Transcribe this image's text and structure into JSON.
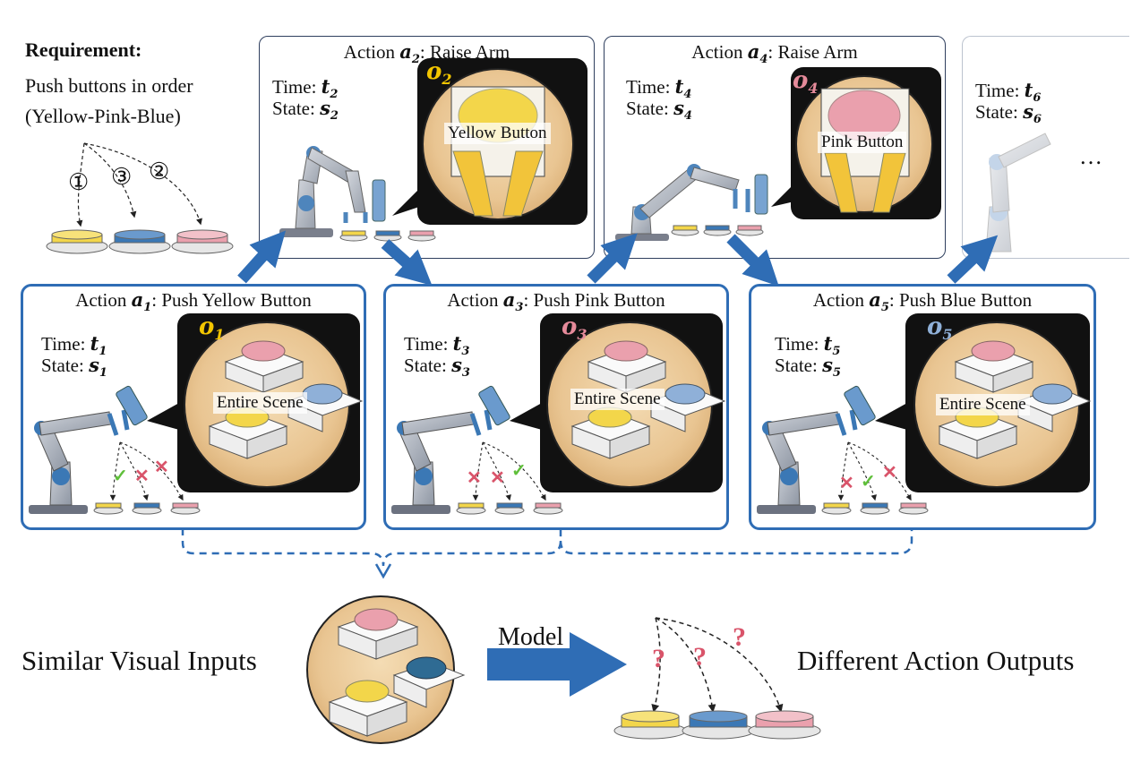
{
  "requirement": {
    "title": "Requirement",
    "title_colon": ":",
    "line1": "Push buttons in order",
    "line2": "(Yellow-Pink-Blue)",
    "order_marks": [
      "①",
      "③",
      "②"
    ]
  },
  "top_cards": [
    {
      "action_prefix": "Action ",
      "action_var": "a",
      "action_sub": "2",
      "action_text": ": Raise Arm",
      "time_label": "Time: ",
      "time_var": "t",
      "time_sub": "2",
      "state_label": "State: ",
      "state_var": "s",
      "state_sub": "2",
      "obs_var": "o",
      "obs_sub": "2",
      "obs_color": "#f2c500",
      "view_label": "Yellow Button"
    },
    {
      "action_prefix": "Action ",
      "action_var": "a",
      "action_sub": "4",
      "action_text": ": Raise Arm",
      "time_label": "Time: ",
      "time_var": "t",
      "time_sub": "4",
      "state_label": "State: ",
      "state_var": "s",
      "state_sub": "4",
      "obs_var": "o",
      "obs_sub": "4",
      "obs_color": "#e58a9a",
      "view_label": "Pink Button"
    },
    {
      "time_label": "Time: ",
      "time_var": "t",
      "time_sub": "6",
      "state_label": "State: ",
      "state_var": "s",
      "state_sub": "6",
      "ellipsis": "…"
    }
  ],
  "bottom_cards": [
    {
      "action_prefix": "Action ",
      "action_var": "a",
      "action_sub": "1",
      "action_text": ": Push Yellow Button",
      "time_label": "Time: ",
      "time_var": "t",
      "time_sub": "1",
      "state_label": "State: ",
      "state_var": "s",
      "state_sub": "1",
      "obs_var": "o",
      "obs_sub": "1",
      "obs_color": "#f2c500",
      "view_label": "Entire Scene",
      "marks": [
        "✓",
        "✕",
        "✕"
      ]
    },
    {
      "action_prefix": "Action ",
      "action_var": "a",
      "action_sub": "3",
      "action_text": ": Push Pink Button",
      "time_label": "Time: ",
      "time_var": "t",
      "time_sub": "3",
      "state_label": "State: ",
      "state_var": "s",
      "state_sub": "3",
      "obs_var": "o",
      "obs_sub": "3",
      "obs_color": "#e58a9a",
      "view_label": "Entire Scene",
      "marks": [
        "✕",
        "✕",
        "✓"
      ]
    },
    {
      "action_prefix": "Action ",
      "action_var": "a",
      "action_sub": "5",
      "action_text": ": Push Blue Button",
      "time_label": "Time: ",
      "time_var": "t",
      "time_sub": "5",
      "state_label": "State: ",
      "state_var": "s",
      "state_sub": "5",
      "obs_var": "o",
      "obs_sub": "5",
      "obs_color": "#8fb0d8",
      "view_label": "Entire Scene",
      "marks": [
        "✕",
        "✓",
        "✕"
      ]
    }
  ],
  "bottom_row": {
    "left_text": "Similar Visual Inputs",
    "model_label": "Model",
    "right_text": "Different Action Outputs",
    "question_marks": [
      "?",
      "?",
      "?"
    ]
  },
  "colors": {
    "accent_blue": "#2f6db5",
    "yellow": "#f3d64a",
    "pink": "#eaa0ad",
    "blue": "#3b78b5",
    "check_green": "#5fbf3a",
    "cross_red": "#d9546a",
    "question_red": "#d9546a"
  }
}
